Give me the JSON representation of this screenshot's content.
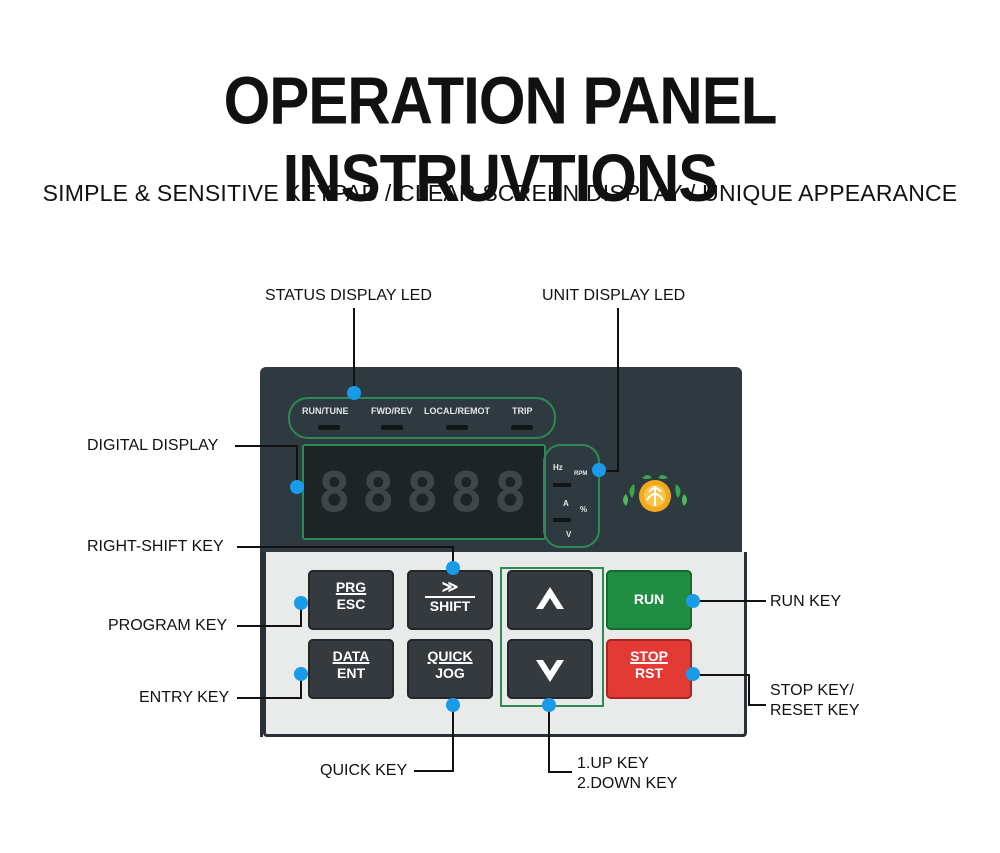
{
  "title": "OPERATION PANEL INSTRUVTIONS",
  "subtitle": "SIMPLE & SENSITIVE KEYPAD / CLEAR SCREEN DISPLAY / UNIQUE APPEARANCE",
  "callouts": {
    "status_led": "STATUS DISPLAY LED",
    "unit_led": "UNIT DISPLAY LED",
    "digital_display": "DIGITAL DISPLAY",
    "right_shift": "RIGHT-SHIFT KEY",
    "program": "PROGRAM KEY",
    "entry": "ENTRY KEY",
    "quick": "QUICK KEY",
    "updown_1": "1.UP KEY",
    "updown_2": "2.DOWN KEY",
    "run": "RUN KEY",
    "stop_1": "STOP KEY/",
    "stop_2": "RESET KEY"
  },
  "status_leds": [
    "RUN/TUNE",
    "FWD/REV",
    "LOCAL/REMOT",
    "TRIP"
  ],
  "units": {
    "hz": "Hz",
    "rpm": "RPM",
    "a": "A",
    "pct": "%",
    "v": "V"
  },
  "display": {
    "digits": [
      "8",
      "8",
      "8",
      "8",
      "8"
    ]
  },
  "keys": {
    "prg_top": "PRG",
    "prg_bottom": "ESC",
    "shift_symbol": "≫",
    "shift": "SHIFT",
    "run": "RUN",
    "data_top": "DATA",
    "data_bottom": "ENT",
    "quick_top": "QUICK",
    "quick_bottom": "JOG",
    "stop_top": "STOP",
    "stop_bottom": "RST"
  },
  "colors": {
    "callout_dot": "#1a9be8",
    "run_key": "#1f8e43",
    "stop_key": "#e43a35",
    "frame_green": "#2d8a55"
  },
  "icons": {
    "up": "up-arrow-icon",
    "down": "down-arrow-icon",
    "logo": "sun-fountain-logo"
  }
}
